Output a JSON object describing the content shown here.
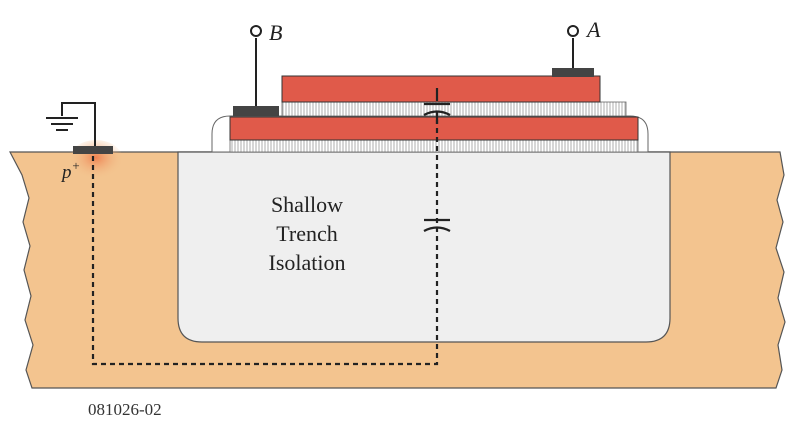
{
  "labels": {
    "terminal_a": "A",
    "terminal_b": "B",
    "p_plus_base": "p",
    "p_plus_sup": "+",
    "sti_line1": "Shallow",
    "sti_line2": "Trench",
    "sti_line3": "Isolation",
    "figure_id": "081026-02"
  },
  "colors": {
    "substrate": "#f3c48f",
    "sti": "#efefef",
    "poly": "#e05a4a",
    "contact": "#444444",
    "p_plus_glow": "#f08d5c",
    "line": "#222222"
  }
}
